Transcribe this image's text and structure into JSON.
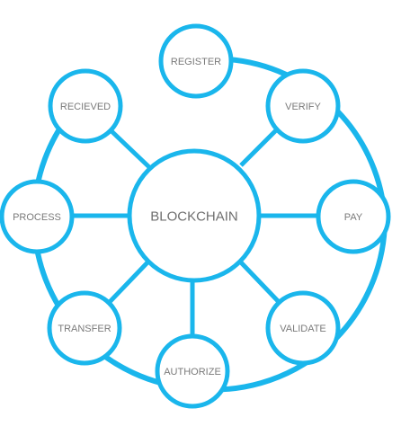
{
  "diagram": {
    "center": {
      "label": "BLOCKCHAIN"
    },
    "nodes": [
      {
        "id": "register",
        "label": "REGISTER"
      },
      {
        "id": "verify",
        "label": "VERIFY"
      },
      {
        "id": "pay",
        "label": "PAY"
      },
      {
        "id": "validate",
        "label": "VALIDATE"
      },
      {
        "id": "authorize",
        "label": "AUTHORIZE"
      },
      {
        "id": "transfer",
        "label": "TRANSFER"
      },
      {
        "id": "process",
        "label": "PROCESS"
      },
      {
        "id": "recieved",
        "label": "RECIEVED"
      }
    ],
    "colors": {
      "accent": "#1ab6ec",
      "text": "#7a7a7a"
    }
  }
}
